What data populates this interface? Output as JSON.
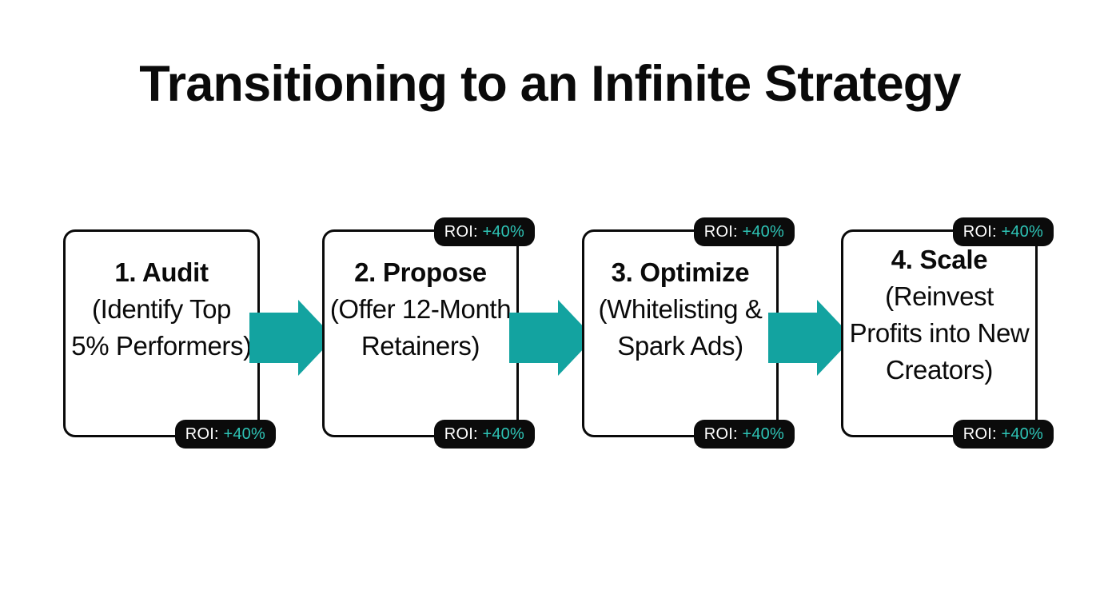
{
  "slide": {
    "title": "Transitioning to an Infinite Strategy",
    "background_color": "#ffffff",
    "accent_teal": "#13a3a0",
    "badge_value_teal": "#2ec4b6",
    "badge_background": "#0b0b0b",
    "ink": "#0a0a0a"
  },
  "steps": [
    {
      "heading": "1. Audit",
      "body": "(Identify Top 5% Performers)",
      "badges": {
        "bottom": {
          "label": "ROI:",
          "value": "+40%"
        }
      }
    },
    {
      "heading": "2. Propose",
      "body": "(Offer 12-Month Retainers)",
      "badges": {
        "top": {
          "label": "ROI:",
          "value": "+40%"
        },
        "bottom": {
          "label": "ROI:",
          "value": "+40%"
        }
      }
    },
    {
      "heading": "3. Optimize",
      "body": "(Whitelisting & Spark Ads)",
      "badges": {
        "top": {
          "label": "ROI:",
          "value": "+40%"
        },
        "bottom": {
          "label": "ROI:",
          "value": "+40%"
        }
      }
    },
    {
      "heading": "4. Scale",
      "body": "(Reinvest Profits into New Creators)",
      "badges": {
        "top": {
          "label": "ROI:",
          "value": "+40%"
        },
        "bottom": {
          "label": "ROI:",
          "value": "+40%"
        }
      }
    }
  ],
  "connectors": [
    {
      "icon": "arrow-right-icon",
      "from": "1. Audit",
      "to": "2. Propose"
    },
    {
      "icon": "arrow-right-icon",
      "from": "2. Propose",
      "to": "3. Optimize"
    },
    {
      "icon": "arrow-right-icon",
      "from": "3. Optimize",
      "to": "4. Scale"
    }
  ]
}
